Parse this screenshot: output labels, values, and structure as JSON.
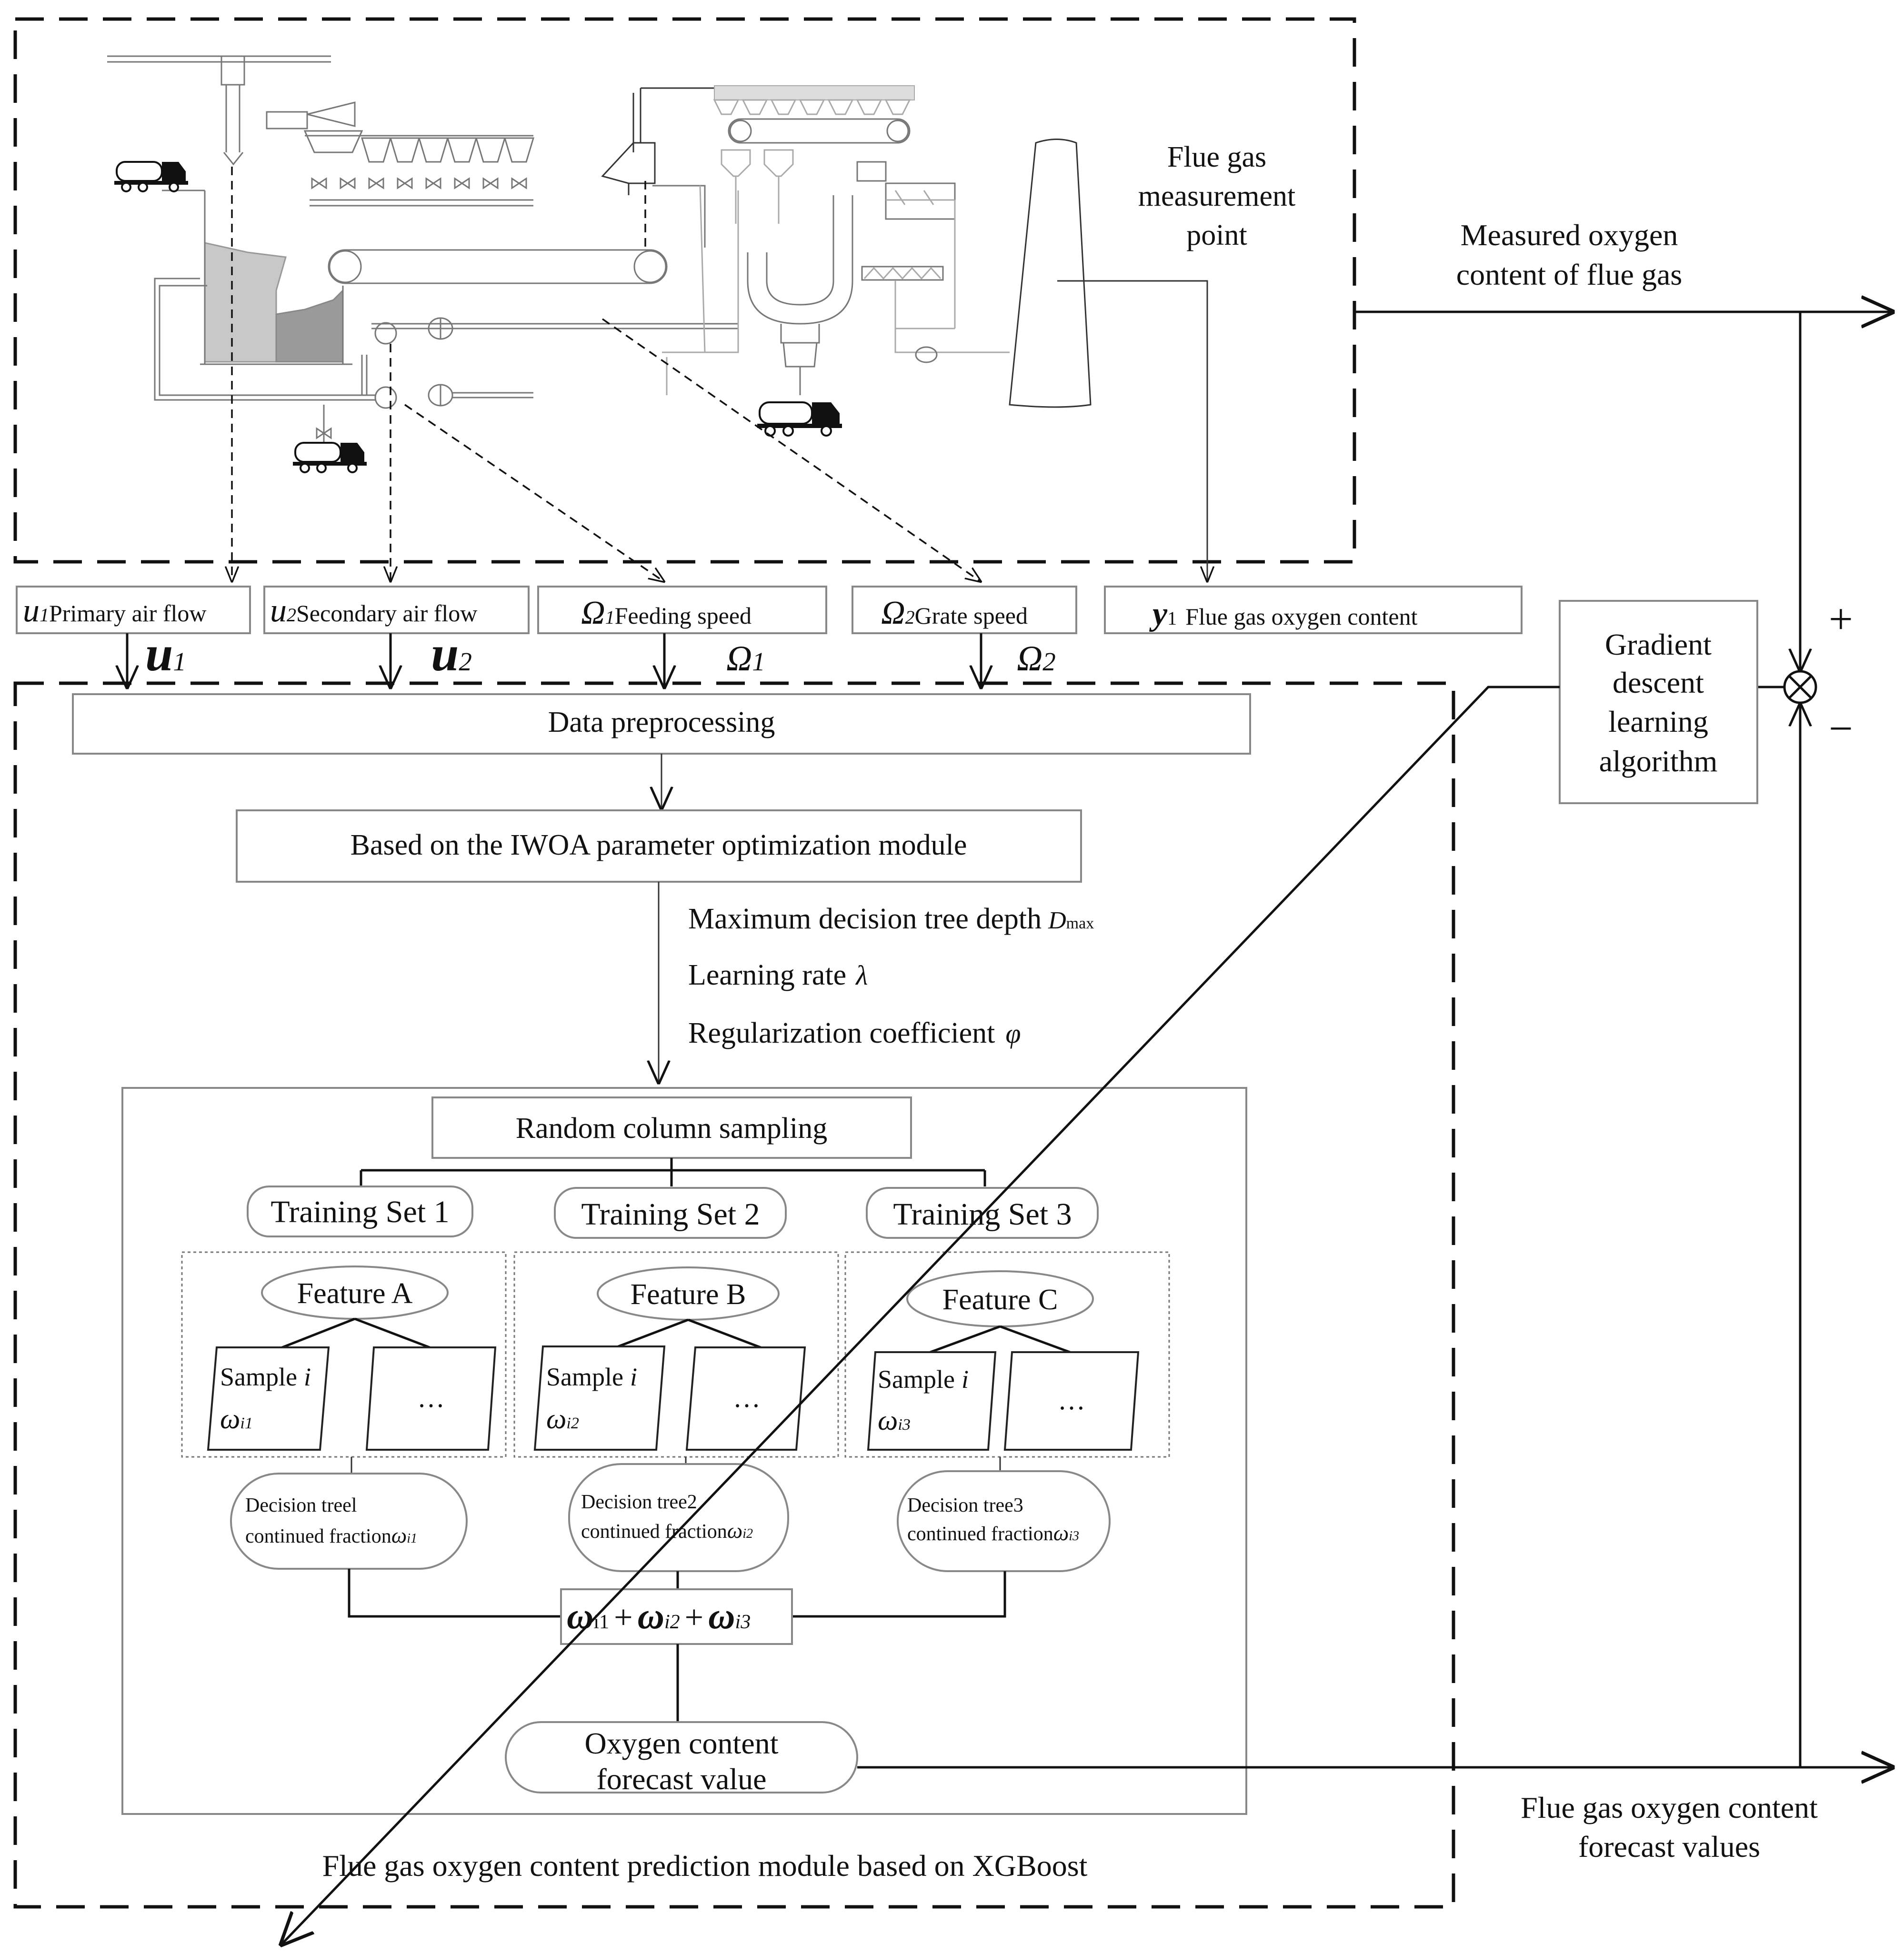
{
  "process": {
    "measurement_point": [
      "Flue gas",
      "measurement",
      "point"
    ]
  },
  "feedback": {
    "measured_label": [
      "Measured oxygen",
      "content of flue gas"
    ],
    "forecast_label": [
      "Flue gas oxygen content",
      "forecast values"
    ],
    "gradient_box": [
      "Gradient",
      "descent",
      "learning",
      "algorithm"
    ],
    "plus_sign": "+",
    "minus_sign": "−"
  },
  "inputs": {
    "u1": {
      "sym": "u",
      "sub": "1",
      "text": "Primary air flow",
      "big": "u",
      "big_sub": "1"
    },
    "u2": {
      "sym": "u",
      "sub": "2",
      "text": "Secondary air flow",
      "big": "u",
      "big_sub": "2"
    },
    "omega1": {
      "sym": "Ω",
      "sub": "1",
      "text": "Feeding speed",
      "big": "Ω",
      "big_sub": "1"
    },
    "omega2": {
      "sym": "Ω",
      "sub": "2",
      "text": "Grate speed",
      "big": "Ω",
      "big_sub": "2"
    },
    "y1": {
      "sym": "y",
      "sub": "1",
      "text": "Flue gas oxygen content"
    }
  },
  "model": {
    "preprocessing": "Data preprocessing",
    "iwoa": "Based on the IWOA  parameter optimization module",
    "params": [
      {
        "text": "Maximum decision tree depth",
        "sym": "D",
        "sub": "max"
      },
      {
        "text": "Learning rate",
        "sym": "λ",
        "sub": ""
      },
      {
        "text": "Regularization coefficient",
        "sym": "φ",
        "sub": ""
      }
    ],
    "sampling": "Random column sampling",
    "training_sets": [
      "Training Set 1",
      "Training Set 2",
      "Training Set 3"
    ],
    "features": [
      "Feature A",
      "Feature B",
      "Feature C"
    ],
    "sample_label": "Sample",
    "sample_i": "i",
    "omega_sym": "ω",
    "sample_subs": [
      "i1",
      "i2",
      "i3"
    ],
    "ellipsis": "…",
    "trees": [
      {
        "line1": "Decision treel",
        "line2": "continued fraction",
        "sub": "i1"
      },
      {
        "line1": "Decision tree2",
        "line2": "continued fraction",
        "sub": "i2"
      },
      {
        "line1": "Decision tree3",
        "line2": "continued fraction",
        "sub": "i3"
      }
    ],
    "sum_expr": {
      "w": "ω",
      "s1": "i1",
      "plus": "+",
      "s2": "i2",
      "s3": "i3"
    },
    "forecast": [
      "Oxygen content",
      "forecast value"
    ],
    "module_caption": "Flue gas oxygen content prediction module based on XGBoost"
  }
}
